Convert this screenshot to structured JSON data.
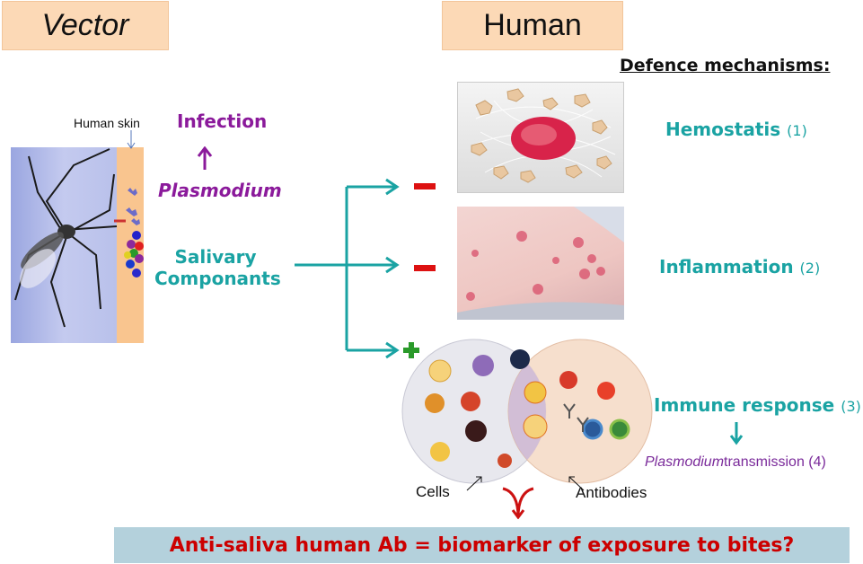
{
  "headers": {
    "vector": "Vector",
    "human": "Human"
  },
  "defence_title": "Defence mechanisms:",
  "left": {
    "human_skin": "Human skin",
    "infection": "Infection",
    "plasmodium": "Plasmodium",
    "salivary_line1": "Salivary",
    "salivary_line2": "Componants"
  },
  "mechanisms": [
    {
      "label": "Hemostatis",
      "ref": "(1)",
      "sign": "−"
    },
    {
      "label": "Inflammation",
      "ref": "(2)",
      "sign": "−"
    },
    {
      "label": "Immune response",
      "ref": "(3)",
      "sign": "+"
    }
  ],
  "transmission": {
    "italic": "Plasmodium",
    "rest": "transmission",
    "ref": "(4)"
  },
  "venn": {
    "cells": "Cells",
    "antibodies": "Antibodies"
  },
  "banner": "Anti-saliva human Ab = biomarker of exposure to bites?",
  "colors": {
    "teal": "#1aa3a3",
    "purple": "#8b1a9b",
    "red": "#cc0000",
    "header_bg": "#fcd9b6",
    "banner_bg": "#b4d1dc"
  }
}
